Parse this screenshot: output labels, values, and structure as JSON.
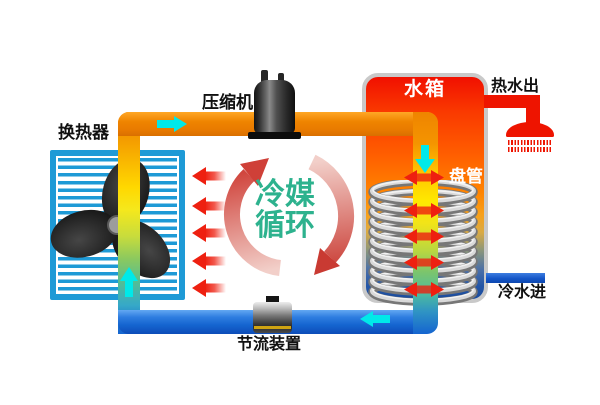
{
  "diagram": {
    "heat_exchanger_label": "换热器",
    "compressor_label": "压缩机",
    "tank_label": "水箱",
    "hot_water_out_label": "热水出",
    "coil_label": "盘管",
    "cold_water_in_label": "冷水进",
    "throttle_label": "节流装置",
    "cycle_label_line1": "冷媒",
    "cycle_label_line2": "循环"
  },
  "colors": {
    "hot_pipe": "#ef8400",
    "cold_pipe": "#1565d0",
    "hot_water": "#ee1400",
    "cyan_arrow": "#00e9e9",
    "red_arrow": "#ee2010",
    "cycle_text": "#2db28e",
    "exchanger_blue": "#1e9ad6",
    "tank_top_red": "#f11000",
    "tank_bottom_blue": "#1b4c9e"
  }
}
